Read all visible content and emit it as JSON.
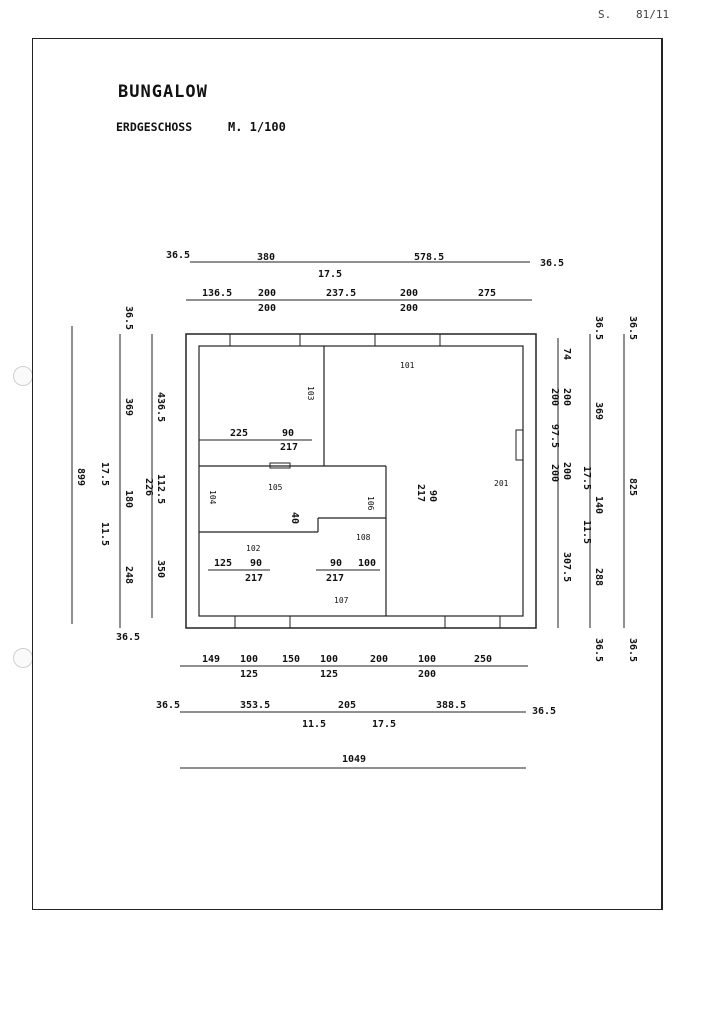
{
  "page": {
    "label": "S.",
    "number": "81/11"
  },
  "title": "BUNGALOW",
  "subtitle": "ERDGESCHOSS",
  "scale": "M.  1/100",
  "dimensions": {
    "top_outer": [
      "36.5",
      "380",
      "17.5",
      "578.5",
      "36.5"
    ],
    "top_inner": [
      "136.5",
      "200",
      "200",
      "237.5",
      "200",
      "200",
      "275"
    ],
    "left_outer": [
      "36.5",
      "369",
      "17.5",
      "180",
      "11.5",
      "248",
      "36.5"
    ],
    "left_inner": [
      "436.5",
      "112.5",
      "226",
      "350"
    ],
    "left_total": "899",
    "right_inner": [
      "74",
      "200",
      "200",
      "97.5",
      "200",
      "200",
      "307.5"
    ],
    "right_outer": [
      "36.5",
      "369",
      "17.5",
      "140",
      "11.5",
      "288",
      "36.5"
    ],
    "right_total": "825",
    "bottom_1": [
      "149",
      "100",
      "125",
      "150",
      "100",
      "125",
      "200",
      "100",
      "200",
      "250"
    ],
    "bottom_2": [
      "36.5",
      "353.5",
      "11.5",
      "205",
      "17.5",
      "388.5",
      "36.5"
    ],
    "bottom_total": "1049"
  },
  "plan_labels": {
    "rooms": [
      "101",
      "102",
      "103",
      "104",
      "105",
      "106",
      "107",
      "108",
      "201"
    ],
    "openings": [
      "225",
      "90",
      "217",
      "90",
      "217",
      "40",
      "125",
      "90",
      "217",
      "90",
      "100",
      "217"
    ]
  }
}
